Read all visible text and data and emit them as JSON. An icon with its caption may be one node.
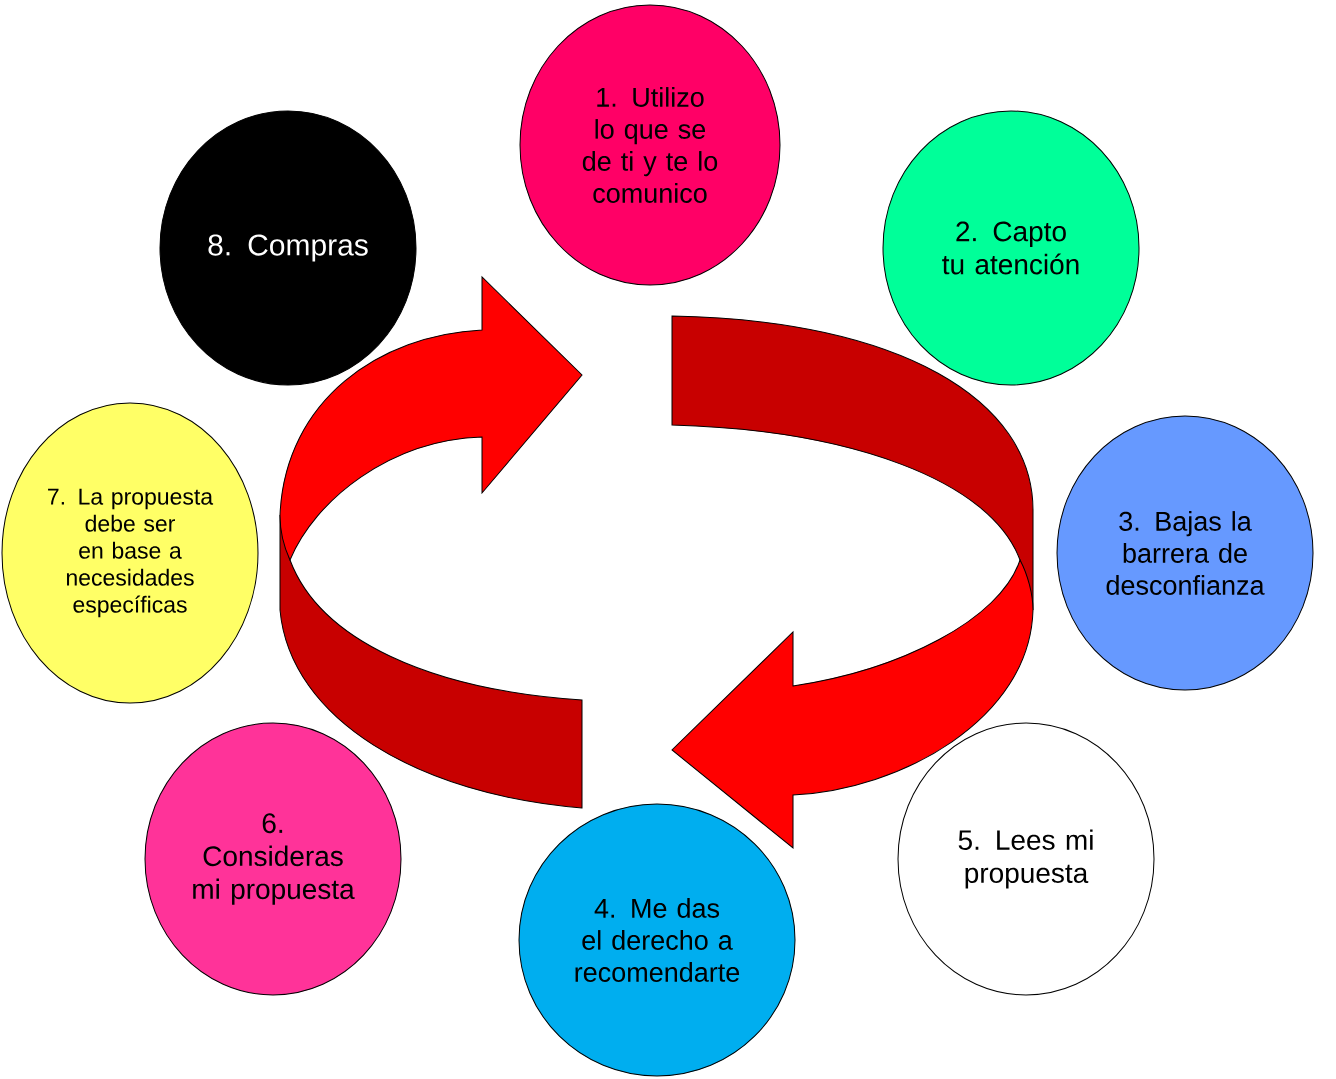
{
  "diagram": {
    "nodes": [
      {
        "text": [
          "1. Utilizo lo que se de ti y te lo comunico"
        ]
      },
      {
        "text": [
          "2. Capto tu atención"
        ]
      },
      {
        "text": [
          "3. Bajas la barrera de desconfianza"
        ]
      },
      {
        "text": [
          "4. Me das el derecho a recomendarte"
        ]
      },
      {
        "text": [
          "5. Lees mi propuesta"
        ]
      },
      {
        "text": [
          "6. Consideras mi propuesta"
        ]
      },
      {
        "text": [
          "7. La propuesta debe ser en base a necesidades específicas"
        ]
      },
      {
        "text": [
          "8. Compras"
        ]
      }
    ]
  }
}
